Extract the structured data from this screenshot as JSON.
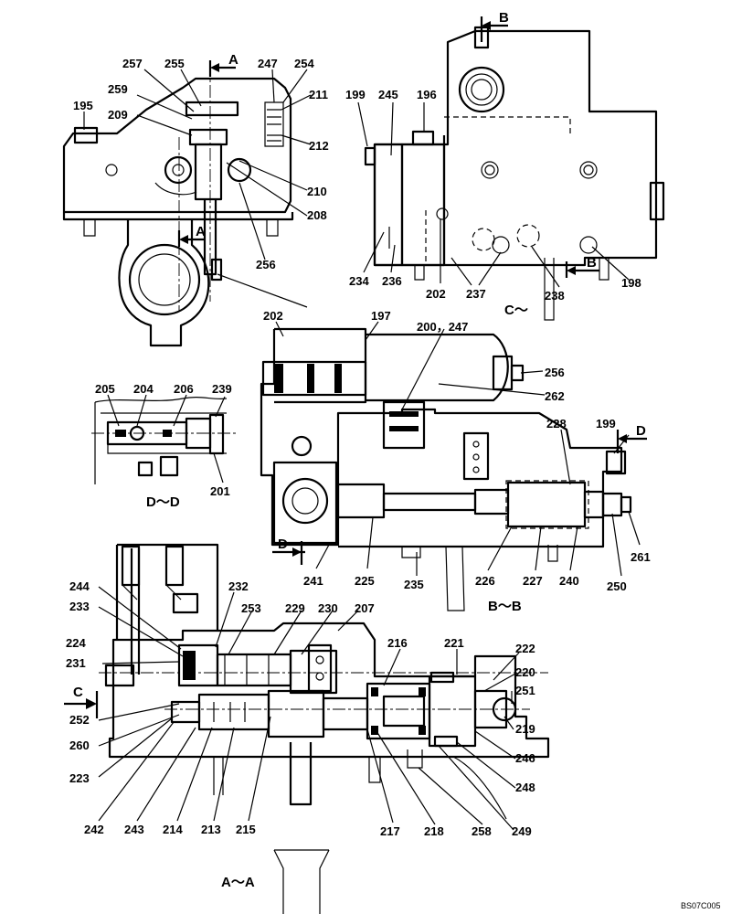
{
  "diagram": {
    "part_numbers": {
      "p195": "195",
      "p196": "196",
      "p197": "197",
      "p198": "198",
      "p199a": "199",
      "p199b": "199",
      "p200_247": "200，247",
      "p201": "201",
      "p202a": "202",
      "p202b": "202",
      "p204": "204",
      "p205": "205",
      "p206": "206",
      "p207": "207",
      "p208": "208",
      "p209": "209",
      "p210": "210",
      "p211": "211",
      "p212": "212",
      "p213": "213",
      "p214": "214",
      "p215": "215",
      "p216": "216",
      "p217": "217",
      "p218": "218",
      "p219": "219",
      "p220": "220",
      "p221": "221",
      "p222": "222",
      "p223": "223",
      "p224": "224",
      "p225": "225",
      "p226": "226",
      "p227": "227",
      "p228": "228",
      "p229": "229",
      "p230": "230",
      "p231": "231",
      "p232": "232",
      "p233": "233",
      "p234": "234",
      "p235": "235",
      "p236": "236",
      "p237": "237",
      "p238": "238",
      "p239": "239",
      "p240": "240",
      "p241": "241",
      "p242": "242",
      "p243": "243",
      "p244": "244",
      "p245": "245",
      "p246": "246",
      "p247": "247",
      "p248": "248",
      "p249": "249",
      "p250": "250",
      "p251": "251",
      "p252": "252",
      "p253": "253",
      "p254": "254",
      "p255": "255",
      "p256a": "256",
      "p256b": "256",
      "p257": "257",
      "p258": "258",
      "p259": "259",
      "p260": "260",
      "p261": "261",
      "p262": "262"
    },
    "section_labels": {
      "aa": "A～A",
      "bb": "B～B",
      "cc": "C～",
      "dd": "D～D"
    },
    "arrow_letters": {
      "a_top": "A",
      "a_mid": "A",
      "b_top": "B",
      "b_right": "B",
      "c_left": "C",
      "d_right": "D",
      "d_left": "D"
    },
    "drawing_code": "BS07C005"
  }
}
